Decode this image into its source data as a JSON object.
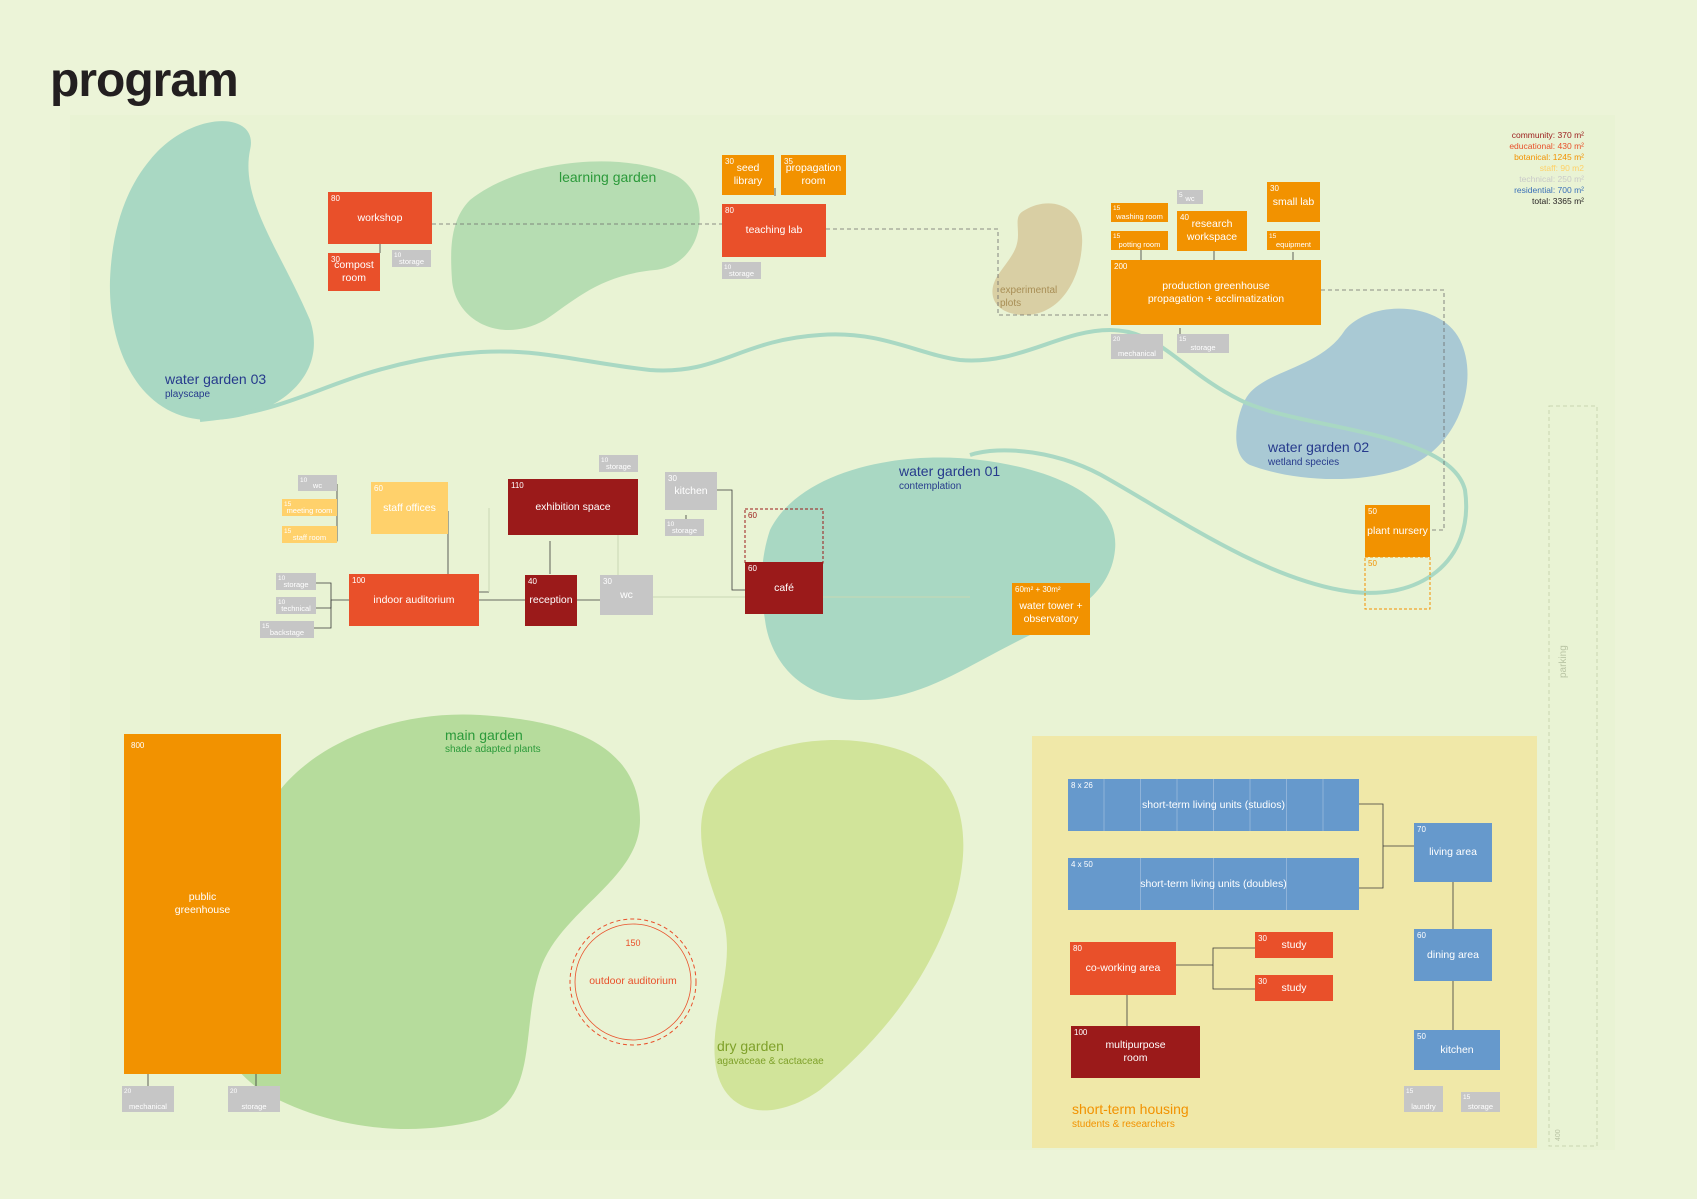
{
  "title": "program",
  "legend": [
    {
      "text": "community: 370 m²",
      "color": "#9b1b1b"
    },
    {
      "text": "educational: 430 m²",
      "color": "#e8502a"
    },
    {
      "text": "botanical: 1245 m²",
      "color": "#f29200"
    },
    {
      "text": "staff: 90 m2",
      "color": "#ffd166"
    },
    {
      "text": "technical: 250 m²",
      "color": "#c9c9c9"
    },
    {
      "text": "residential: 700 m²",
      "color": "#3a70b8"
    },
    {
      "text": "total: 3365 m²",
      "color": "#231f20"
    }
  ],
  "colors": {
    "community": "#9b1a1a",
    "educational": "#e9502a",
    "botanical": "#f29200",
    "staff": "#ffd16b",
    "technical": "#c6c6c6",
    "residential": "#6699cc",
    "water_garden": "#a9d8c3",
    "water_garden_02": "#a9c9d4",
    "learning_garden": "#b6ddb2",
    "main_garden": "#b6dc9c",
    "dry_garden": "#d1e49a",
    "experimental": "#d9cfa4",
    "housing_zone": "#f0e8a8"
  },
  "gardens": {
    "water_garden_03": {
      "name": "water garden 03",
      "sub": "playscape"
    },
    "learning_garden": {
      "name": "learning garden"
    },
    "water_garden_01": {
      "name": "water garden 01",
      "sub": "contemplation"
    },
    "water_garden_02": {
      "name": "water garden 02",
      "sub": "wetland species"
    },
    "main_garden": {
      "name": "main garden",
      "sub": "shade adapted plants"
    },
    "dry_garden": {
      "name": "dry garden",
      "sub": "agavaceae & cactaceae"
    },
    "short_term_housing": {
      "name": "short-term housing",
      "sub": "students & researchers"
    },
    "experimental_plots": {
      "name": "experimental plots"
    },
    "parking": {
      "name": "parking",
      "area": "400"
    }
  },
  "rooms": {
    "workshop": {
      "area": "80",
      "label": "workshop"
    },
    "compost_room": {
      "area": "30",
      "label": "compost room"
    },
    "workshop_storage": {
      "area": "10",
      "label": "storage"
    },
    "seed_library": {
      "area": "30",
      "label": "seed library"
    },
    "propagation_room": {
      "area": "35",
      "label": "propagation room"
    },
    "teaching_lab": {
      "area": "80",
      "label": "teaching lab"
    },
    "lab_storage": {
      "area": "10",
      "label": "storage"
    },
    "washing_room": {
      "area": "15",
      "label": "washing room"
    },
    "wc_top": {
      "area": "5",
      "label": "wc"
    },
    "potting_room": {
      "area": "15",
      "label": "potting room"
    },
    "research_workspace": {
      "area": "40",
      "label": "research workspace"
    },
    "small_lab": {
      "area": "30",
      "label": "small lab"
    },
    "equipment": {
      "area": "15",
      "label": "equipment"
    },
    "production_greenhouse": {
      "area": "200",
      "label": "production greenhouse propagation + acclimatization"
    },
    "gh_mechanical": {
      "area": "20",
      "label": "mechanical"
    },
    "gh_storage": {
      "area": "15",
      "label": "storage"
    },
    "wc_staff": {
      "area": "10",
      "label": "wc"
    },
    "meeting_room": {
      "area": "15",
      "label": "meeting room"
    },
    "staff_room": {
      "area": "15",
      "label": "staff room"
    },
    "staff_offices": {
      "area": "60",
      "label": "staff offices"
    },
    "exhibition_space": {
      "area": "110",
      "label": "exhibition space"
    },
    "exhibition_storage": {
      "area": "10",
      "label": "storage"
    },
    "kitchen_cafe": {
      "area": "30",
      "label": "kitchen"
    },
    "kitchen_storage": {
      "area": "10",
      "label": "storage"
    },
    "cafe_terrace": {
      "area": "60",
      "label": ""
    },
    "cafe": {
      "area": "60",
      "label": "café"
    },
    "aud_storage": {
      "area": "10",
      "label": "storage"
    },
    "aud_technical": {
      "area": "10",
      "label": "technical"
    },
    "aud_backstage": {
      "area": "15",
      "label": "backstage"
    },
    "indoor_auditorium": {
      "area": "100",
      "label": "indoor auditorium"
    },
    "reception": {
      "area": "40",
      "label": "reception"
    },
    "wc_main": {
      "area": "30",
      "label": "wc"
    },
    "water_tower": {
      "area": "60m² + 30m²",
      "label": "water tower + observatory"
    },
    "plant_nursery": {
      "area": "50",
      "label": "plant nursery"
    },
    "plant_nursery_outdoor": {
      "area": "50",
      "label": ""
    },
    "public_greenhouse": {
      "area": "800",
      "label": "public greenhouse"
    },
    "pg_mechanical": {
      "area": "20",
      "label": "mechanical"
    },
    "pg_storage": {
      "area": "20",
      "label": "storage"
    },
    "outdoor_auditorium": {
      "area": "150",
      "label": "outdoor auditorium"
    },
    "studios": {
      "area": "8 x 26",
      "label": "short-term living units (studios)"
    },
    "doubles": {
      "area": "4 x 50",
      "label": "short-term living units (doubles)"
    },
    "living_area": {
      "area": "70",
      "label": "living area"
    },
    "dining_area": {
      "area": "60",
      "label": "dining area"
    },
    "kitchen_housing": {
      "area": "50",
      "label": "kitchen"
    },
    "laundry": {
      "area": "15",
      "label": "laundry"
    },
    "housing_storage": {
      "area": "15",
      "label": "storage"
    },
    "coworking": {
      "area": "80",
      "label": "co-working area"
    },
    "study_1": {
      "area": "30",
      "label": "study"
    },
    "study_2": {
      "area": "30",
      "label": "study"
    },
    "multipurpose": {
      "area": "100",
      "label": "multipurpose room"
    }
  }
}
